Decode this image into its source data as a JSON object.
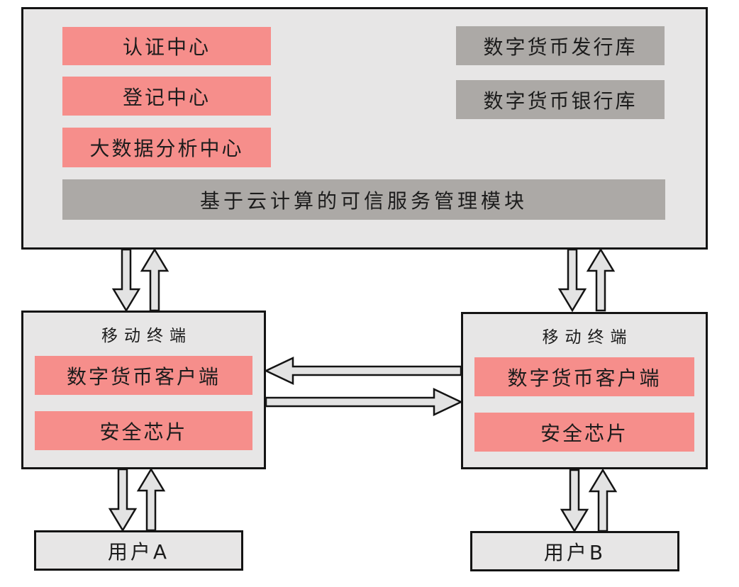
{
  "colors": {
    "page_bg": "#ffffff",
    "panel_bg": "#e7e6e6",
    "panel_border": "#141414",
    "pink_module_bg": "#f68e8b",
    "gray_module_bg": "#aca9a6",
    "arrow_fill": "#e3e3e3",
    "arrow_stroke": "#141414",
    "text_color": "#1c1c1c"
  },
  "top_panel": {
    "left_modules": [
      "认证中心",
      "登记中心",
      "大数据分析中心"
    ],
    "right_modules": [
      "数字货币发行库",
      "数字货币银行库"
    ],
    "bottom_module": "基于云计算的可信服务管理模块"
  },
  "terminals": [
    {
      "title": "移动终端",
      "modules": [
        "数字货币客户端",
        "安全芯片"
      ],
      "user": "用户A"
    },
    {
      "title": "移动终端",
      "modules": [
        "数字货币客户端",
        "安全芯片"
      ],
      "user": "用户B"
    }
  ],
  "icons": {
    "vertical_pair": "hollow down-arrow + up-arrow double link",
    "horizontal_pair": "hollow left-arrow + right-arrow transfer link"
  }
}
